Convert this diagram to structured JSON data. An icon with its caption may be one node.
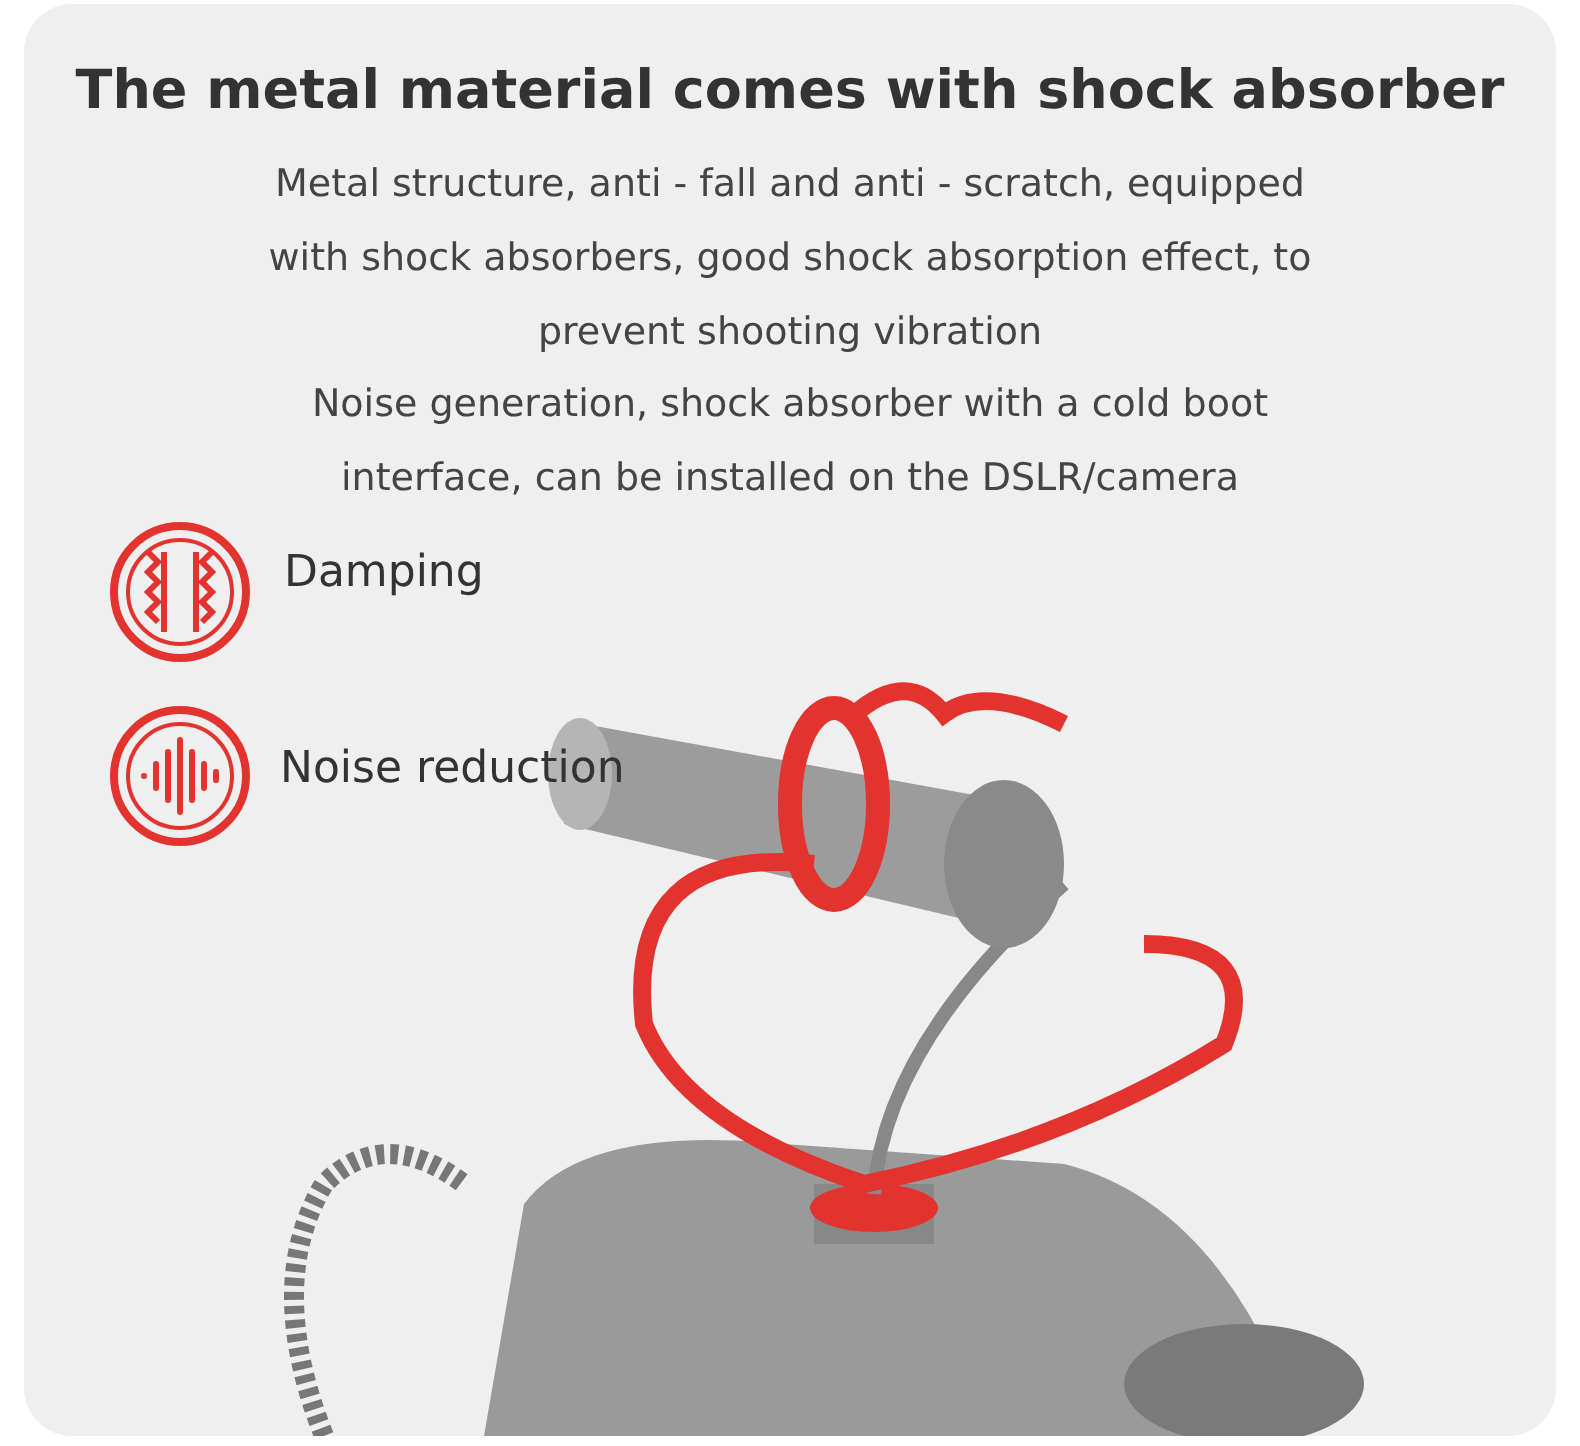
{
  "diagram": {
    "title": "The metal material comes with shock absorber",
    "labels": [
      "Metal structure, anti - fall and anti - scratch, equipped with shock absorbers, good shock absorption effect, to prevent shooting vibration",
      "Noise generation, shock absorber with a cold boot interface, can be installed on the DSLR/camera",
      "Damping",
      "Noise reduction"
    ]
  }
}
